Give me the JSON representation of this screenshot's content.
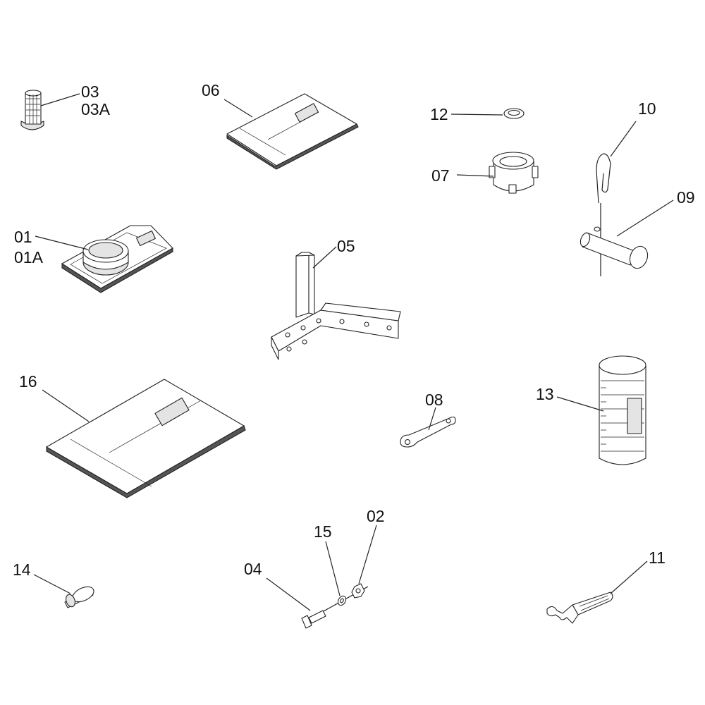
{
  "labels": {
    "p03": "03",
    "p03a": "03A",
    "p06": "06",
    "p12": "12",
    "p10": "10",
    "p07": "07",
    "p09": "09",
    "p01": "01",
    "p01a": "01A",
    "p05": "05",
    "p16": "16",
    "p08": "08",
    "p13": "13",
    "p02": "02",
    "p15": "15",
    "p04": "04",
    "p14": "14",
    "p11": "11"
  }
}
